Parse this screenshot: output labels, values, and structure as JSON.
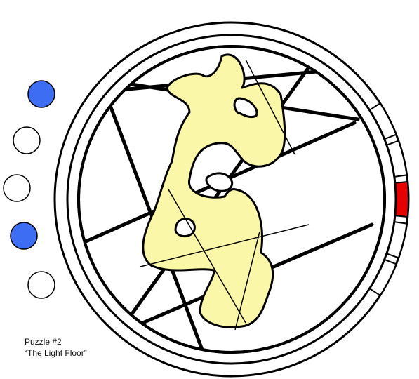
{
  "puzzle": {
    "number_label": "Puzzle #2",
    "title_label": "“The Light Floor”"
  },
  "tokens": [
    {
      "state": "filled"
    },
    {
      "state": "empty"
    },
    {
      "state": "empty"
    },
    {
      "state": "filled"
    },
    {
      "state": "empty"
    }
  ],
  "track": {
    "segments": 5,
    "active_index": 2
  },
  "colors": {
    "token_filled": "#3d6df2",
    "token_empty": "#ffffff",
    "track_active": "#e60000",
    "floor": "#fbf7a8",
    "outline": "#000000",
    "background": "#ffffff"
  }
}
